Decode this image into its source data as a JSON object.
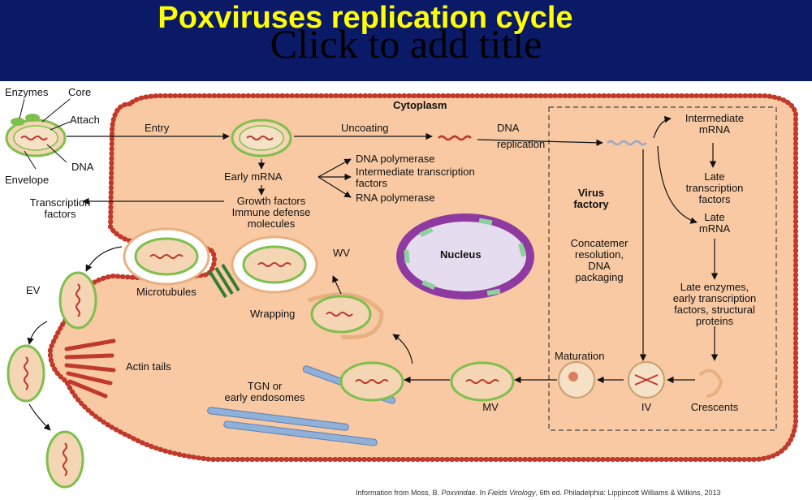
{
  "slide": {
    "title": "Poxviruses replication cycle",
    "placeholder": "Click to add title",
    "credit_prefix": "Information from Moss, B. ",
    "credit_italic": "Poxviridae",
    "credit_middle": ". In ",
    "credit_book": "Fields Virology",
    "credit_suffix": ", 6th ed. Philadelphia: Lippincott Williams & Wilkins, 2013"
  },
  "diagram": {
    "cytoplasm": "Cytoplasm",
    "nucleus": "Nucleus",
    "virus_factory": [
      "Virus",
      "factory"
    ],
    "virion_parts": {
      "enzymes": "Enzymes",
      "core": "Core",
      "attach": "Attach",
      "dna": "DNA",
      "envelope": "Envelope"
    },
    "entry": "Entry",
    "uncoating": "Uncoating",
    "dna_replication": [
      "DNA",
      "replication"
    ],
    "early_mrna": "Early mRNA",
    "products": [
      "DNA polymerase",
      "Intermediate transcription",
      "factors",
      "RNA polymerase"
    ],
    "transcription_factors": [
      "Transcription",
      "factors"
    ],
    "growth_factors": [
      "Growth factors",
      "Immune defense",
      "molecules"
    ],
    "intermediate_mrna": [
      "Intermediate",
      "mRNA"
    ],
    "late_transcription_factors": [
      "Late",
      "transcription",
      "factors"
    ],
    "late_mrna": [
      "Late",
      "mRNA"
    ],
    "concatemer": [
      "Concatemer",
      "resolution,",
      "DNA",
      "packaging"
    ],
    "late_enzymes": [
      "Late enzymes,",
      "early transcription",
      "factors, structural",
      "proteins"
    ],
    "maturation": "Maturation",
    "iv": "IV",
    "crescents": "Crescents",
    "mv": "MV",
    "tgn": [
      "TGN or",
      "early endosomes"
    ],
    "wrapping": "Wrapping",
    "wv": "WV",
    "microtubules": "Microtubules",
    "ev": "EV",
    "actin_tails": "Actin tails"
  },
  "colors": {
    "header_bg": "#0b1a66",
    "title": "#ffff00",
    "cell_fill": "#f8c9a3",
    "membrane": "#c0392b",
    "envelope_green": "#7fbf4d",
    "nucleus_rim": "#8e3aa0",
    "dna": "#c0392b"
  }
}
